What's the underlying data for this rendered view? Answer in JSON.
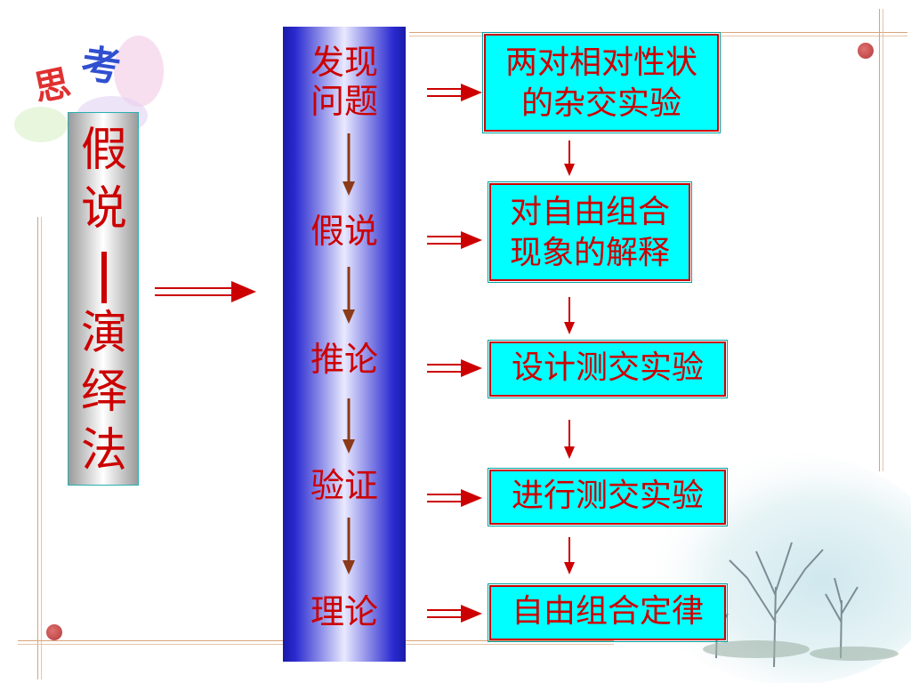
{
  "badge": {
    "text1": "思",
    "text2": "考"
  },
  "title": {
    "chars": [
      "假",
      "说",
      "",
      "演",
      "绎",
      "法"
    ]
  },
  "steps": [
    "发现\n问题",
    "假说",
    "推论",
    "验证",
    "理论"
  ],
  "boxes": [
    {
      "line1": "两对相对性状",
      "line2": "的杂交实验"
    },
    {
      "line1": "对自由组合",
      "line2": "现象的解释"
    },
    {
      "line1": "设计测交实验",
      "line2": ""
    },
    {
      "line1": "进行测交实验",
      "line2": ""
    },
    {
      "line1": "自由组合定律",
      "line2": ""
    }
  ],
  "colors": {
    "text": "#cc0000",
    "box_fill": "#00ffff",
    "column": "#2a2ad0"
  }
}
